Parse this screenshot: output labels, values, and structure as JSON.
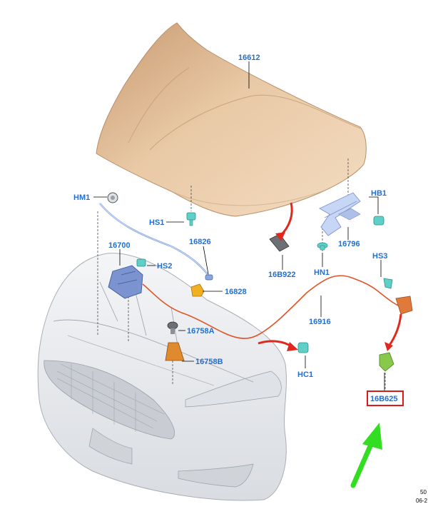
{
  "labels": {
    "hood": "16612",
    "hm1": "HM1",
    "hs1": "HS1",
    "hb1": "HB1",
    "p16796": "16796",
    "hn1": "HN1",
    "p16b922": "16B922",
    "p16700": "16700",
    "p16826": "16826",
    "hs2": "HS2",
    "p16828": "16828",
    "hs3": "HS3",
    "p16916": "16916",
    "p16758a": "16758A",
    "p16758b": "16758B",
    "hc1": "HC1",
    "p16b625": "16B625"
  },
  "footer": {
    "line1": "50",
    "line2": "06-2"
  },
  "colors": {
    "label_text": "#1f6fd8",
    "hood": "#d7b08a",
    "bumper": "#e8eaed",
    "cable": "#e0542a",
    "highlight_box": "#d81c1c",
    "arrow_red": "#e0281e",
    "arrow_green": "#33dd22",
    "part_blue": "#8aa8e0",
    "part_teal": "#5fd0c8",
    "part_yellow": "#f0b020",
    "part_orange": "#e08a30",
    "part_green": "#88c84a"
  }
}
